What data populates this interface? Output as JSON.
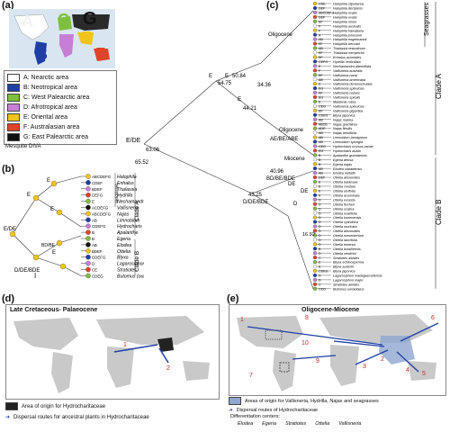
{
  "panels": {
    "a": "(a)",
    "b": "(b)",
    "c": "(c)",
    "d": "(d)",
    "e": "(e)"
  },
  "map_a": {
    "letters": [
      {
        "t": "A",
        "c": "#ffffff"
      },
      {
        "t": "B",
        "c": "#1f3fa6"
      },
      {
        "t": "C",
        "c": "#7fbf3f"
      },
      {
        "t": "D",
        "c": "#c77fd6"
      },
      {
        "t": "E",
        "c": "#f0c419"
      },
      {
        "t": "F",
        "c": "#e0442a"
      },
      {
        "t": "G",
        "c": "#111111"
      }
    ]
  },
  "legend": {
    "items": [
      {
        "label": "A: Nearctic area",
        "color": "#ffffff"
      },
      {
        "label": "B: Neotropical area",
        "color": "#1f3fa6"
      },
      {
        "label": "C: West Palearctic area",
        "color": "#7fbf3f"
      },
      {
        "label": "D: Afrotropical area",
        "color": "#c77fd6"
      },
      {
        "label": "E: Oriental area",
        "color": "#f0c419"
      },
      {
        "label": "F: Australasian area",
        "color": "#e0442a"
      },
      {
        "label": "G: East Palearctic area",
        "color": "#111111"
      }
    ],
    "caption": "Mesquite DIVA"
  },
  "tree_c": {
    "nodes": {
      "root": "E/DE",
      "root_age": "63.06",
      "root_age2": "65.52",
      "n1": "E",
      "n1_age": "50.84",
      "n2": "E",
      "n2_age": "54.75",
      "n3": "E",
      "n3_age": "44.21",
      "n4": "34.36",
      "oligocene1": "Oligocene",
      "oligocene2": "Oligocene",
      "miocene": "Miocene",
      "clade_a_node": "AE/BE/ABE",
      "bd": "BD/BE/BDE",
      "bd_age": "40.96",
      "dbde": "D/DE/BDE",
      "dbde_age": "43.25",
      "d": "D",
      "de": "DE",
      "de2": "DE",
      "age16": "16.92"
    },
    "seagrasses": "Seagrasses",
    "clade_a": "Clade A",
    "clade_b": "Clade B",
    "taxa_a": [
      "Halophila stipulacea",
      "Halophila decipiens",
      "Halophila ovalis",
      "Halophila ovalis",
      "Halophila minor",
      "Halophila australis",
      "Halophila hawaiiana",
      "Halophila johnsonii",
      "Halophila engelmannii",
      "Halophila beccarii",
      "Thalassia testudinum",
      "Thalassia hemprichii",
      "Enhalus acoroides",
      "Hydrilla verticillata",
      "Nechamandra alternifolia",
      "Vallisneria australis",
      "Vallisneria nana",
      "Vallisneria americana",
      "Vallisneria denseserrulata",
      "Vallisneria spinulosa",
      "Vallisneria natans",
      "Vallisneria spiralis",
      "Maidenia rubra",
      "Vallisneria spinulosa",
      "Vallisneria gigantea",
      "Blyxa japonica",
      "Najas marina",
      "Najas gracillima",
      "Najas flexilis",
      "Najas tenuifolia",
      "Limnobium laevigatum",
      "Limnobium spongia",
      "Hydrocharis morsus-ranae",
      "Hydrocharis dubia",
      "Apalanthe granatensis"
    ],
    "taxa_b": [
      "Egeria densa",
      "Egeria najas",
      "Elodea canadensis",
      "Elodea nuttallii",
      "Ottelia alismoides",
      "Ottelia balansae",
      "Ottelia cordata",
      "Ottelia ulvifolia",
      "Ottelia acuminata",
      "Ottelia exserta",
      "Ottelia fischeri",
      "Ottelia scabra",
      "Ottelia ovalifolia",
      "Ottelia kunenensis",
      "Ottelia cylindrica",
      "Ottelia muricata",
      "Ottelia alismoides",
      "Ottelia mesenterium",
      "Ottelia lancifolia",
      "Ottelia emersa",
      "Ottelia brasiliensis",
      "Ottelia verdickii",
      "Stratiotes aloides",
      "Blyxa echinosperma",
      "Blyxa aubertii",
      "Blyxa japonica",
      "Lagarosiphon madagascariensis",
      "Lagarosiphon major",
      "Stratiotes aloides",
      "Butomus umbellatus"
    ],
    "codes_a": [
      "CDE",
      "DEF",
      "ABCDEFG",
      "DEF",
      "EF",
      "F",
      "F",
      "A",
      "AB",
      "EF",
      "AB",
      "EF",
      "EF",
      "CEFG",
      "E",
      "F",
      "EF",
      "AB",
      "E",
      "EG",
      "EF",
      "EG",
      "E",
      "CEG",
      "EF",
      "CDEG",
      "AB",
      "ABCE",
      "ADE",
      "AB",
      "AB",
      "AB",
      "CEG",
      "EG",
      "B"
    ],
    "codes_b": [
      "B",
      "B",
      "AB",
      "AB",
      "DEF",
      "E",
      "E",
      "E",
      "E",
      "D",
      "D",
      "D",
      "D",
      "D",
      "D",
      "D",
      "D",
      "D",
      "D",
      "D",
      "B",
      "D",
      "C",
      "E",
      "E",
      "CDEG",
      "D",
      "D",
      "C",
      "CEG"
    ]
  },
  "tree_b": {
    "taxa": [
      {
        "code": "ABCDEFG",
        "name": "Halophila"
      },
      {
        "code": "CDEF",
        "name": "Enhalus"
      },
      {
        "code": "BDEF",
        "name": "Thalassia"
      },
      {
        "code": "CEFG",
        "name": "Hydrilla"
      },
      {
        "code": "E",
        "name": "Nechamandra"
      },
      {
        "code": "ACDEFG",
        "name": "Vallisneria"
      },
      {
        "code": "ABCDEFG",
        "name": "Najas"
      },
      {
        "code": "AB",
        "name": "Limnobium"
      },
      {
        "code": "CDEFG",
        "name": "Hydrocharis"
      },
      {
        "code": "B",
        "name": "Apalanthe"
      },
      {
        "code": "B",
        "name": "Egeria"
      },
      {
        "code": "AB",
        "name": "Elodea"
      },
      {
        "code": "BDEF",
        "name": "Ottelia"
      },
      {
        "code": "CDEFG",
        "name": "Blyxa"
      },
      {
        "code": "D",
        "name": "Lagarosiphon"
      },
      {
        "code": "CE",
        "name": "Stratiotes"
      },
      {
        "code": "CDEG",
        "name": "Butomus (outgroup)"
      }
    ],
    "seagrasses": "Seagrasses",
    "clade_a": "Clade A",
    "clade_b": "Clade B",
    "root": "E/DE",
    "dbde": "D/DE/BDE",
    "bd": "BD/BE",
    "e1": "E",
    "e2": "E",
    "e3": "E",
    "e4": "E"
  },
  "map_d": {
    "title": "Late Cretaceous- Palaeocene",
    "legend1": "Area of origin for Hydrocharitaceae",
    "legend2": "Dispersal routes for ancestral plants in Hydrocharitaceae",
    "routes": [
      "1",
      "2"
    ]
  },
  "map_e": {
    "title": "Oligocene-Miocene",
    "legend1": "Areas of origin for Vallisneria, Hydrilla, Najas and seagrasses",
    "legend2": "Dispersal routes of Hydrocharitaceae",
    "legend3": "Differentiation centers:",
    "centers": [
      "Elodea",
      "Egeria",
      "Stratiotes",
      "Ottelia",
      "Vallisneria"
    ],
    "routes": [
      "1",
      "2",
      "3",
      "4",
      "5",
      "6",
      "7",
      "8",
      "9",
      "10"
    ]
  },
  "scale": "I"
}
